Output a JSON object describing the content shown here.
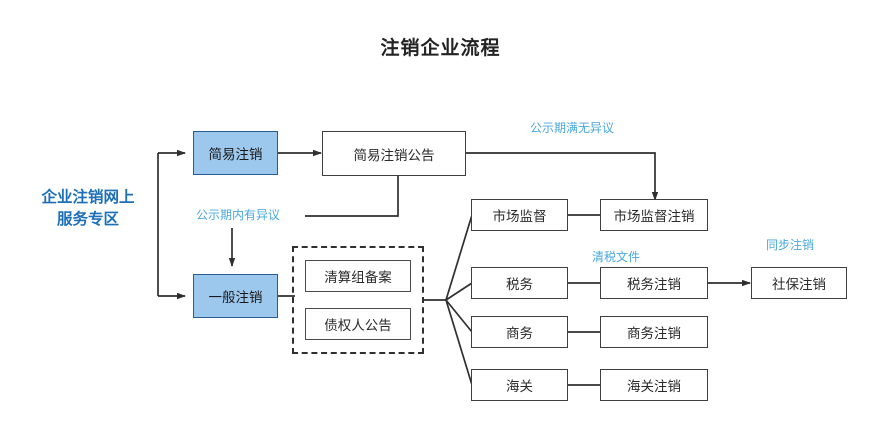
{
  "page": {
    "title": "注销企业流程",
    "accent_blue": "#4aa8de",
    "node_fill_blue": "#9dc8ee",
    "text_color": "#2b2b2b",
    "entry_label_color": "#1d6fb8"
  },
  "entry": {
    "label": "企业注销网上\n服务专区",
    "line1": "企业注销网上",
    "line2": "服务专区"
  },
  "nodes": {
    "simple_cancel": "简易注销",
    "general_cancel": "一般注销",
    "simple_cancel_notice": "简易注销公告",
    "liquidation_filing": "清算组备案",
    "creditor_notice": "债权人公告",
    "market_supervision": "市场监督",
    "tax": "税务",
    "commerce": "商务",
    "customs": "海关",
    "market_supervision_cancel": "市场监督注销",
    "tax_cancel": "税务注销",
    "commerce_cancel": "商务注销",
    "customs_cancel": "海关注销",
    "social_security_cancel": "社保注销"
  },
  "edge_labels": {
    "no_objection": "公示期满无异议",
    "has_objection": "公示期内有异议",
    "tax_clearance_doc": "清税文件",
    "sync_cancel": "同步注销"
  }
}
